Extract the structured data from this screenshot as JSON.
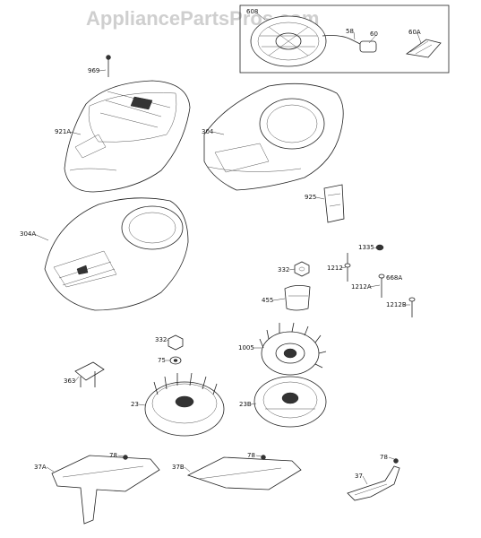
{
  "watermark": "AppliancePartsPros.com",
  "parts": {
    "p608": "608",
    "p58": "58",
    "p60": "60",
    "p60A": "60A",
    "p969": "969",
    "p921A": "921A",
    "p304": "304",
    "p925": "925",
    "p304A": "304A",
    "p1335": "1335",
    "p332a": "332",
    "p1212": "1212",
    "p668A": "668A",
    "p455": "455",
    "p1212A": "1212A",
    "p1212B": "1212B",
    "p332b": "332",
    "p1005": "1005",
    "p75": "75",
    "p363": "363",
    "p23": "23",
    "p23B": "23B",
    "p78a": "78",
    "p78b": "78",
    "p78c": "78",
    "p37A": "37A",
    "p37B": "37B",
    "p37": "37"
  }
}
